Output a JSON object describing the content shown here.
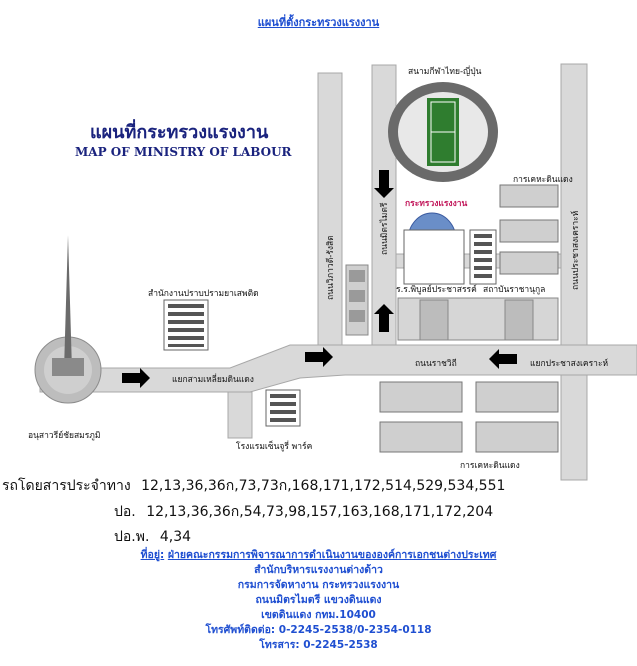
{
  "page": {
    "top_link": "แผนที่ตั้งกระทรวงแรงงาน"
  },
  "map": {
    "title_th": "แผนที่กระทรวงแรงงาน",
    "title_en": "MAP OF MINISTRY OF LABOUR",
    "labels": {
      "stadium": "สนามกีฬาไทย-ญี่ปุ่น",
      "ministry": "กระทรวงแรงงาน",
      "narcotics": "สำนักงานปราบปรามยาเสพติด",
      "road_vibhavadi": "ถนนวิภาวดี-รังสิต",
      "road_mitmaitri": "ถนนมิตรไมตรี",
      "road_pracha": "ถนนประชาสงเคราะห์",
      "road_rajavithi": "ถนนราชวิถี",
      "intersection_samliam": "แยกสามเหลี่ยมดินแดง",
      "intersection_pracha": "แยกประชาสงเคราะห์",
      "school": "ร.ร.พิบูลย์ประชาสรรค์",
      "institute": "สถาบันราชานุกูล",
      "flats_top": "การเคหะดินแดง",
      "flats_bottom": "การเคหะดินแดง",
      "monument": "อนุสาวรีย์ชัยสมรภูมิ",
      "hotel": "โรงแรมเซ็นจูรี่ พาร์ค"
    }
  },
  "transit": {
    "bus_label": "รถโดยสารประจำทาง",
    "bus_lines": "12,13,36,36ก,73,73ก,168,171,172,514,529,534,551",
    "ac_label": "ปอ.",
    "ac_lines": "12,13,36,36ก,54,73,98,157,163,168,171,172,204",
    "ap_label": "ปอ.พ.",
    "ap_lines": "4,34"
  },
  "address": {
    "label": "ที่อยู่:",
    "line1": "ฝ่ายคณะกรรมการพิจารณาการดำเนินงานขององค์การเอกชนต่างประเทศ",
    "line2": "สำนักบริหารแรงงานต่างด้าว",
    "line3": "กรมการจัดหางาน   กระทรวงแรงงาน",
    "line4": "ถนนมิตรไมตรี แขวงดินแดง",
    "line5": "เขตดินแดง กทม.10400",
    "line6": "โทรศัพท์ติดต่อ: 0-2245-2538/0-2354-0118",
    "line7": "โทรสาร: 0-2245-2538"
  }
}
